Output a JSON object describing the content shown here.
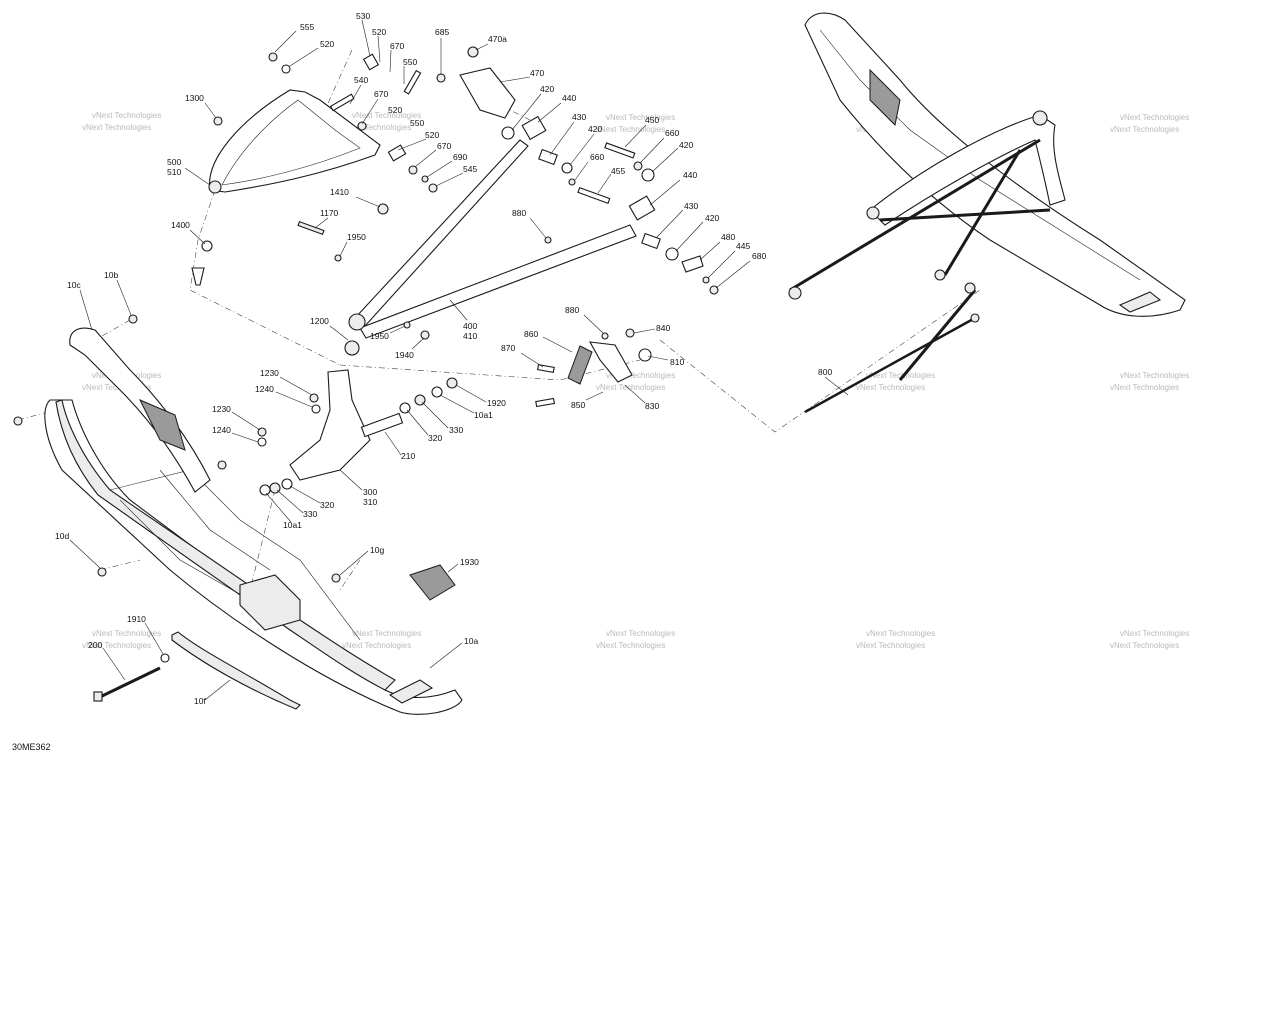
{
  "reference_code": "30ME362",
  "watermark_text": "vNext Technologies",
  "callouts": [
    {
      "id": "555",
      "label": "555"
    },
    {
      "id": "530",
      "label": "530"
    },
    {
      "id": "520a",
      "label": "520"
    },
    {
      "id": "520b",
      "label": "520"
    },
    {
      "id": "670a",
      "label": "670"
    },
    {
      "id": "550a",
      "label": "550"
    },
    {
      "id": "685",
      "label": "685"
    },
    {
      "id": "470a",
      "label": "470a"
    },
    {
      "id": "470",
      "label": "470"
    },
    {
      "id": "420a",
      "label": "420"
    },
    {
      "id": "440a",
      "label": "440"
    },
    {
      "id": "540",
      "label": "540"
    },
    {
      "id": "670b",
      "label": "670"
    },
    {
      "id": "520c",
      "label": "520"
    },
    {
      "id": "550b",
      "label": "550"
    },
    {
      "id": "1300",
      "label": "1300"
    },
    {
      "id": "520d",
      "label": "520"
    },
    {
      "id": "670c",
      "label": "670"
    },
    {
      "id": "690",
      "label": "690"
    },
    {
      "id": "545",
      "label": "545"
    },
    {
      "id": "500",
      "label": "500"
    },
    {
      "id": "510",
      "label": "510"
    },
    {
      "id": "430a",
      "label": "430"
    },
    {
      "id": "420b",
      "label": "420"
    },
    {
      "id": "450",
      "label": "450"
    },
    {
      "id": "660a",
      "label": "660"
    },
    {
      "id": "420c",
      "label": "420"
    },
    {
      "id": "660b",
      "label": "660"
    },
    {
      "id": "455",
      "label": "455"
    },
    {
      "id": "440b",
      "label": "440"
    },
    {
      "id": "1410",
      "label": "1410"
    },
    {
      "id": "1170",
      "label": "1170"
    },
    {
      "id": "1950a",
      "label": "1950"
    },
    {
      "id": "880a",
      "label": "880"
    },
    {
      "id": "430b",
      "label": "430"
    },
    {
      "id": "420d",
      "label": "420"
    },
    {
      "id": "1400",
      "label": "1400"
    },
    {
      "id": "480",
      "label": "480"
    },
    {
      "id": "445",
      "label": "445"
    },
    {
      "id": "680",
      "label": "680"
    },
    {
      "id": "10b",
      "label": "10b"
    },
    {
      "id": "10c",
      "label": "10c"
    },
    {
      "id": "400",
      "label": "400"
    },
    {
      "id": "410",
      "label": "410"
    },
    {
      "id": "1200",
      "label": "1200"
    },
    {
      "id": "1950b",
      "label": "1950"
    },
    {
      "id": "1940",
      "label": "1940"
    },
    {
      "id": "880b",
      "label": "880"
    },
    {
      "id": "840",
      "label": "840"
    },
    {
      "id": "860",
      "label": "860"
    },
    {
      "id": "870",
      "label": "870"
    },
    {
      "id": "810",
      "label": "810"
    },
    {
      "id": "850",
      "label": "850"
    },
    {
      "id": "830",
      "label": "830"
    },
    {
      "id": "1230a",
      "label": "1230"
    },
    {
      "id": "1240a",
      "label": "1240"
    },
    {
      "id": "1920",
      "label": "1920"
    },
    {
      "id": "10a1a",
      "label": "10a1"
    },
    {
      "id": "330a",
      "label": "330"
    },
    {
      "id": "320a",
      "label": "320"
    },
    {
      "id": "1230b",
      "label": "1230"
    },
    {
      "id": "1240b",
      "label": "1240"
    },
    {
      "id": "210",
      "label": "210"
    },
    {
      "id": "300",
      "label": "300"
    },
    {
      "id": "310",
      "label": "310"
    },
    {
      "id": "320b",
      "label": "320"
    },
    {
      "id": "330b",
      "label": "330"
    },
    {
      "id": "10a1b",
      "label": "10a1"
    },
    {
      "id": "10d",
      "label": "10d"
    },
    {
      "id": "10g",
      "label": "10g"
    },
    {
      "id": "1930",
      "label": "1930"
    },
    {
      "id": "1910",
      "label": "1910"
    },
    {
      "id": "200",
      "label": "200"
    },
    {
      "id": "10a",
      "label": "10a"
    },
    {
      "id": "10f",
      "label": "10f"
    },
    {
      "id": "800",
      "label": "800"
    }
  ]
}
